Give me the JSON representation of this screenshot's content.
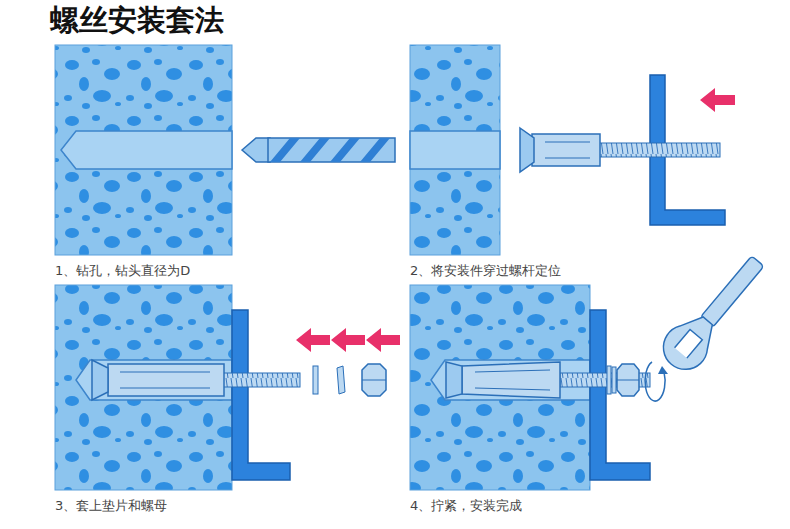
{
  "diagram": {
    "title": "螺丝安装套法",
    "labels": [
      "1、钻孔，钻头直径为D",
      "2、将安装件穿过螺杆定位",
      "3、套上垫片和螺母",
      "4、拧紧，安装完成"
    ]
  }
}
